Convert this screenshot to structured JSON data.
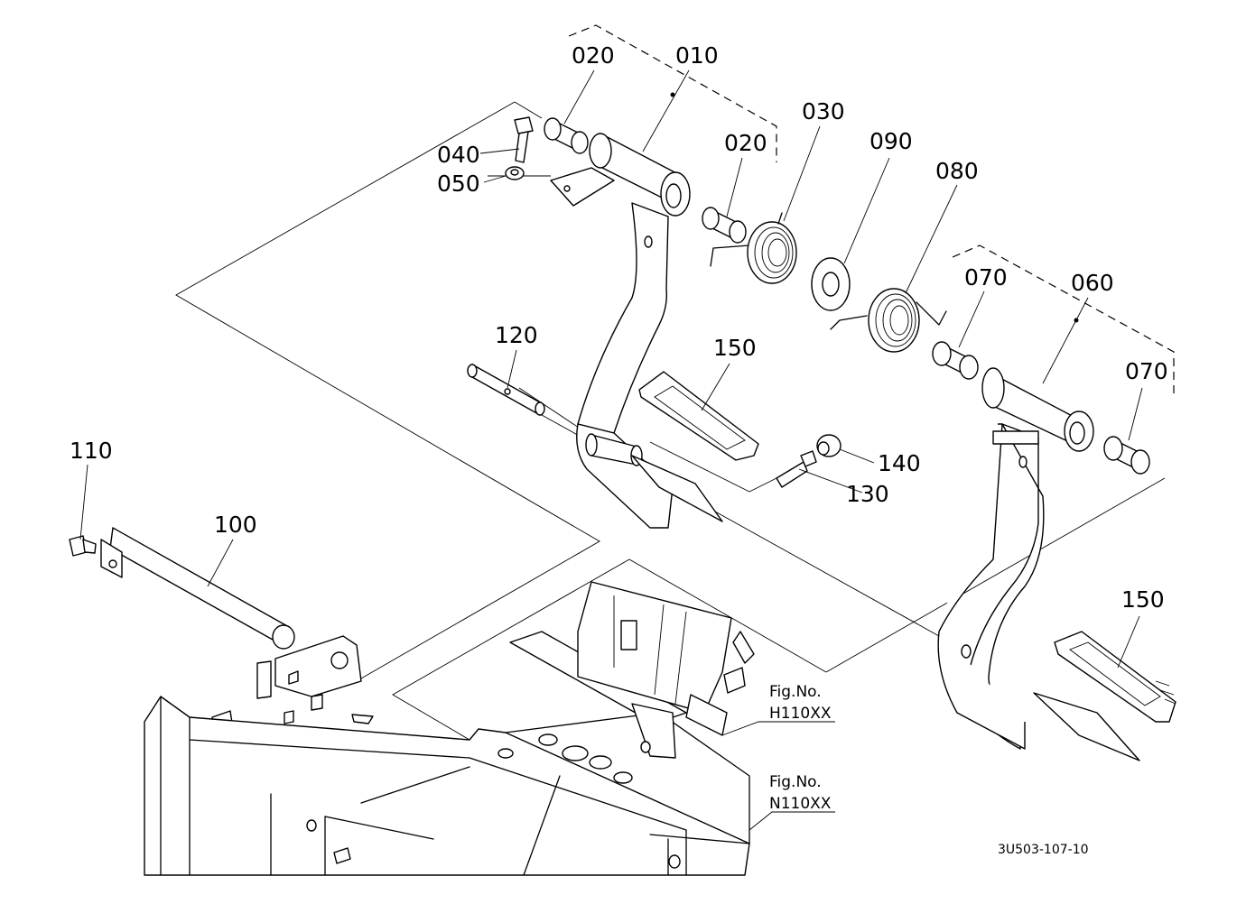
{
  "diagram": {
    "part_numbers": {
      "p010": "010",
      "p020a": "020",
      "p020b": "020",
      "p030": "030",
      "p040": "040",
      "p050": "050",
      "p060": "060",
      "p070a": "070",
      "p070b": "070",
      "p080": "080",
      "p090": "090",
      "p100": "100",
      "p110": "110",
      "p120": "120",
      "p130": "130",
      "p140": "140",
      "p150a": "150",
      "p150b": "150"
    },
    "figure_refs": {
      "fig1_line1": "Fig.No.",
      "fig1_line2": "H110XX",
      "fig2_line1": "Fig.No.",
      "fig2_line2": "N110XX"
    },
    "drawing_code": "3U503-107-10"
  }
}
